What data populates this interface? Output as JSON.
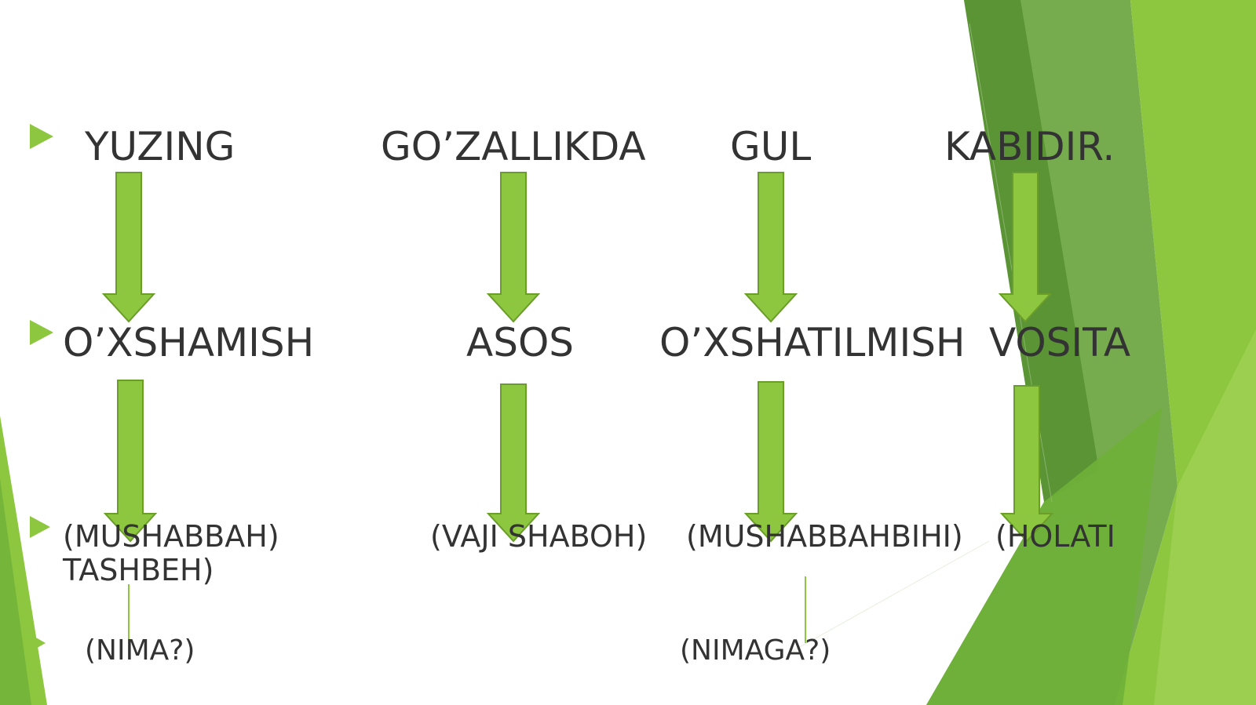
{
  "slide": {
    "rows": {
      "row1": {
        "w1": "YUZING",
        "w2": "GO’ZALLIKDA",
        "w3": "GUL",
        "w4": "KABIDIR."
      },
      "row2": {
        "w1": "O’XSHAMISH",
        "w2": "ASOS",
        "w3": "O’XSHATILMISH",
        "w4": "VOSITA"
      },
      "row3": {
        "w1a": "(MUSHABBAH)",
        "w1b": "TASHBEH)",
        "w2": "(VAJI SHABOH)",
        "w3": "(MUSHABBAHBIHI)",
        "w4": "(HOLATI"
      },
      "row4": {
        "w1": "(NIMA?)",
        "w3": "(NIMAGA?)"
      }
    },
    "colors": {
      "arrow": "#8dc63f",
      "arrow_edge": "#6a9d2a",
      "accent_light": "#8dc63f",
      "accent_dark": "#4f8a2b",
      "text": "#333333"
    }
  }
}
